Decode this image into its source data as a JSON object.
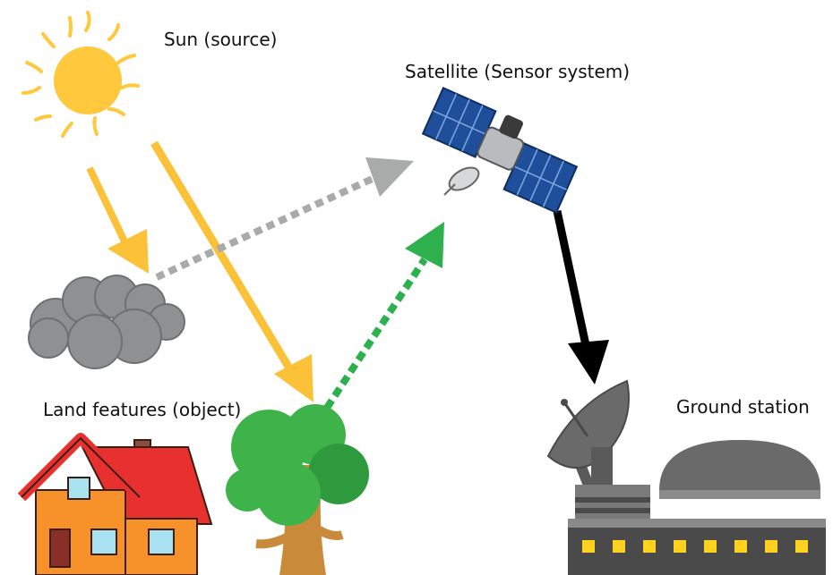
{
  "labels": {
    "sun": "Sun (source)",
    "satellite": "Satellite (Sensor system)",
    "land": "Land features (object)",
    "ground": "Ground station"
  },
  "colors": {
    "sun": "#FFC83D",
    "sun_ray": "#FFC83D",
    "arrow_sun": "#FBC239",
    "arrow_reflect_cloud": "#A9ABAA",
    "arrow_reflect_tree": "#2DB04D",
    "arrow_downlink": "#000000",
    "cloud": "#8E9092",
    "tree_leaf": "#3DB34A",
    "tree_leaf_dark": "#2E9A3E",
    "trunk": "#C98A3A",
    "roof": "#E8312F",
    "wall": "#F7922A",
    "solar_panel": "#1F4E9A",
    "dome": "#6A6A6A",
    "building": "#4A4A4A",
    "window_light": "#FFD21F"
  },
  "icons": [
    "sun-icon",
    "satellite-icon",
    "cloud-icon",
    "tree-icon",
    "house-icon",
    "dish-antenna-icon",
    "ground-station-icon"
  ]
}
